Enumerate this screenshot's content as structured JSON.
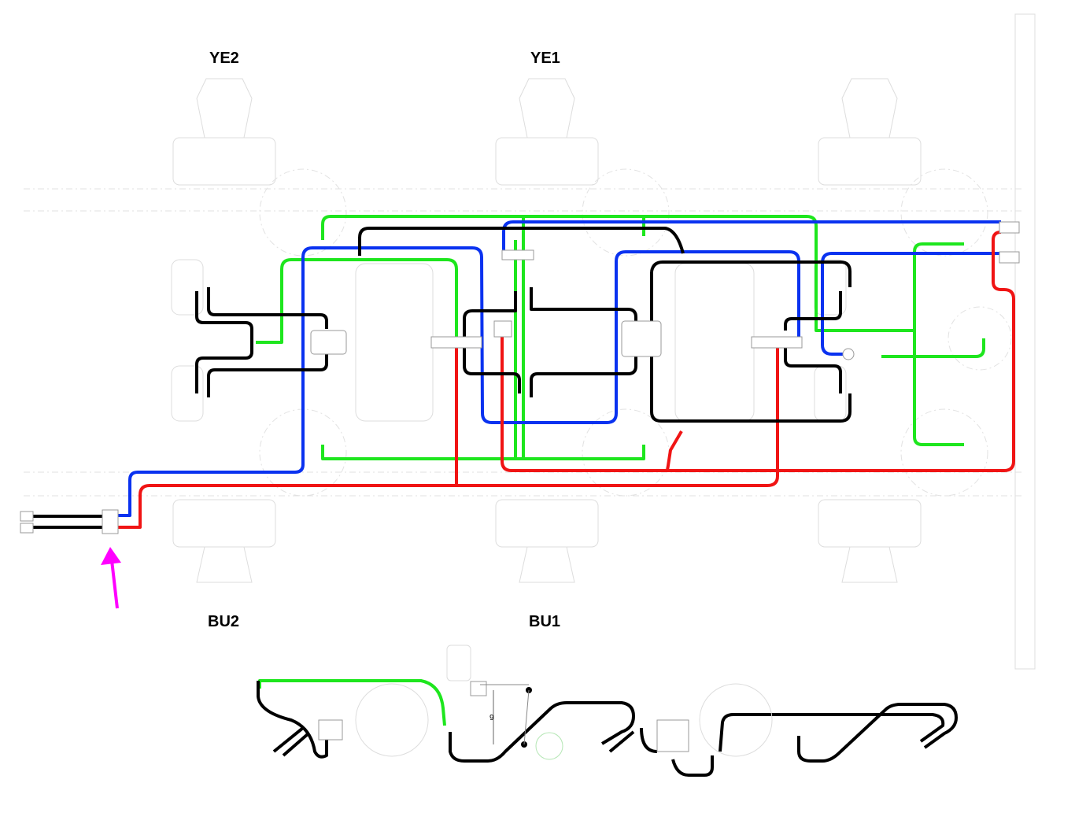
{
  "labels": {
    "ye2": "YE2",
    "ye1": "YE1",
    "bu2": "BU2",
    "bu1": "BU1"
  },
  "dimension": "9",
  "colors": {
    "control_line": "#1ee61e",
    "supply_line": "#0a32f0",
    "emergency_line": "#f01414",
    "brake_hose": "#000000",
    "pointer_arrow": "#ff00ff"
  }
}
